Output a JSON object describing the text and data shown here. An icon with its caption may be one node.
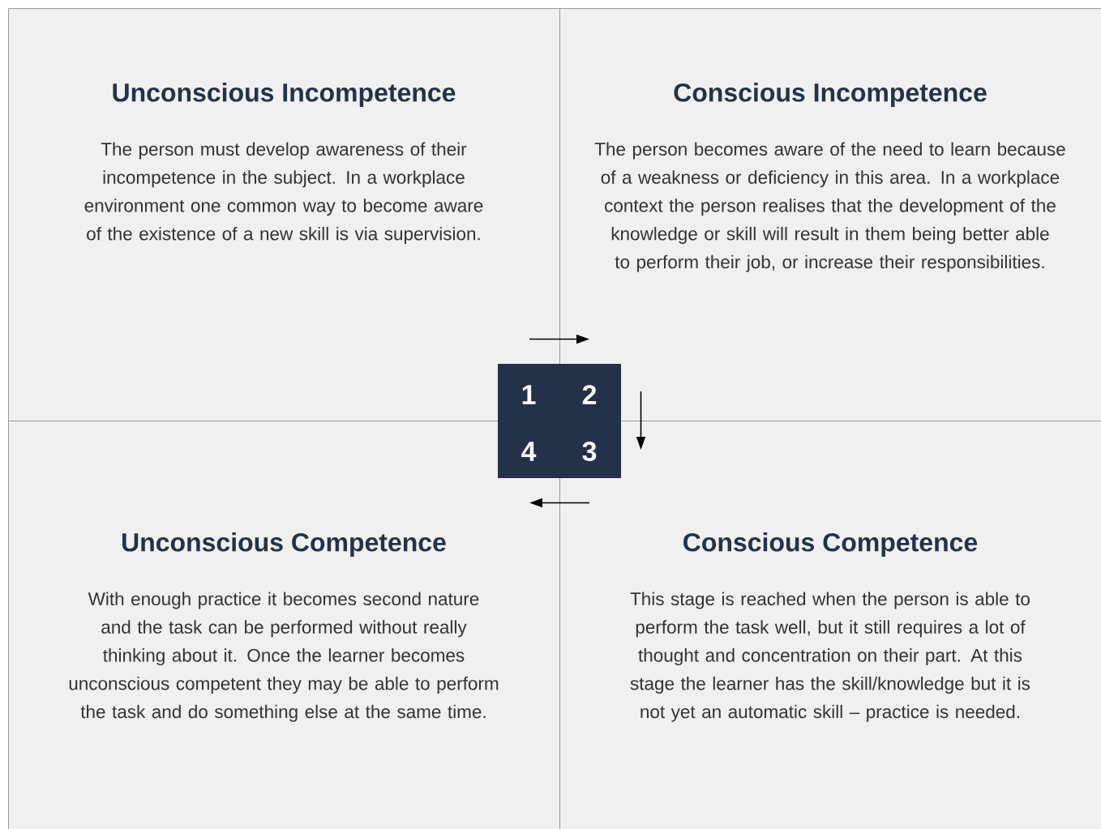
{
  "diagram": {
    "nodes": [
      {
        "text": [
          "Unconscious Incompetence",
          "The person must develop awareness of their incompetence in the subject. In a workplace environment one common way to become aware of the existence of a new skill is via supervision."
        ]
      },
      {
        "text": [
          "Conscious Incompetence",
          "The person becomes aware of the need to learn because of a weakness or deficiency in this area. In a workplace context the person realises that the development of the knowledge or skill will result in them being better able to perform their job, or increase their responsibilities."
        ]
      },
      {
        "text": [
          "Unconscious Competence",
          "With enough practice it becomes second nature and the task can be performed without really thinking about it.  Once the learner becomes unconscious competent they may be able to perform the task and do something else at the same time."
        ]
      },
      {
        "text": [
          "Conscious Competence",
          "This stage is reached when the person is able to perform the task well, but it still requires a lot of thought and concentration on their part.  At this stage the learner has the skill/knowledge but it is not yet an automatic skill – practice is needed."
        ]
      }
    ],
    "edges": [
      {
        "from": 0,
        "to": 1,
        "arrow": "to"
      },
      {
        "from": 1,
        "to": 3,
        "arrow": "to"
      },
      {
        "from": 3,
        "to": 2,
        "arrow": "to"
      }
    ],
    "labels": [
      "1",
      "2",
      "4",
      "3"
    ]
  }
}
